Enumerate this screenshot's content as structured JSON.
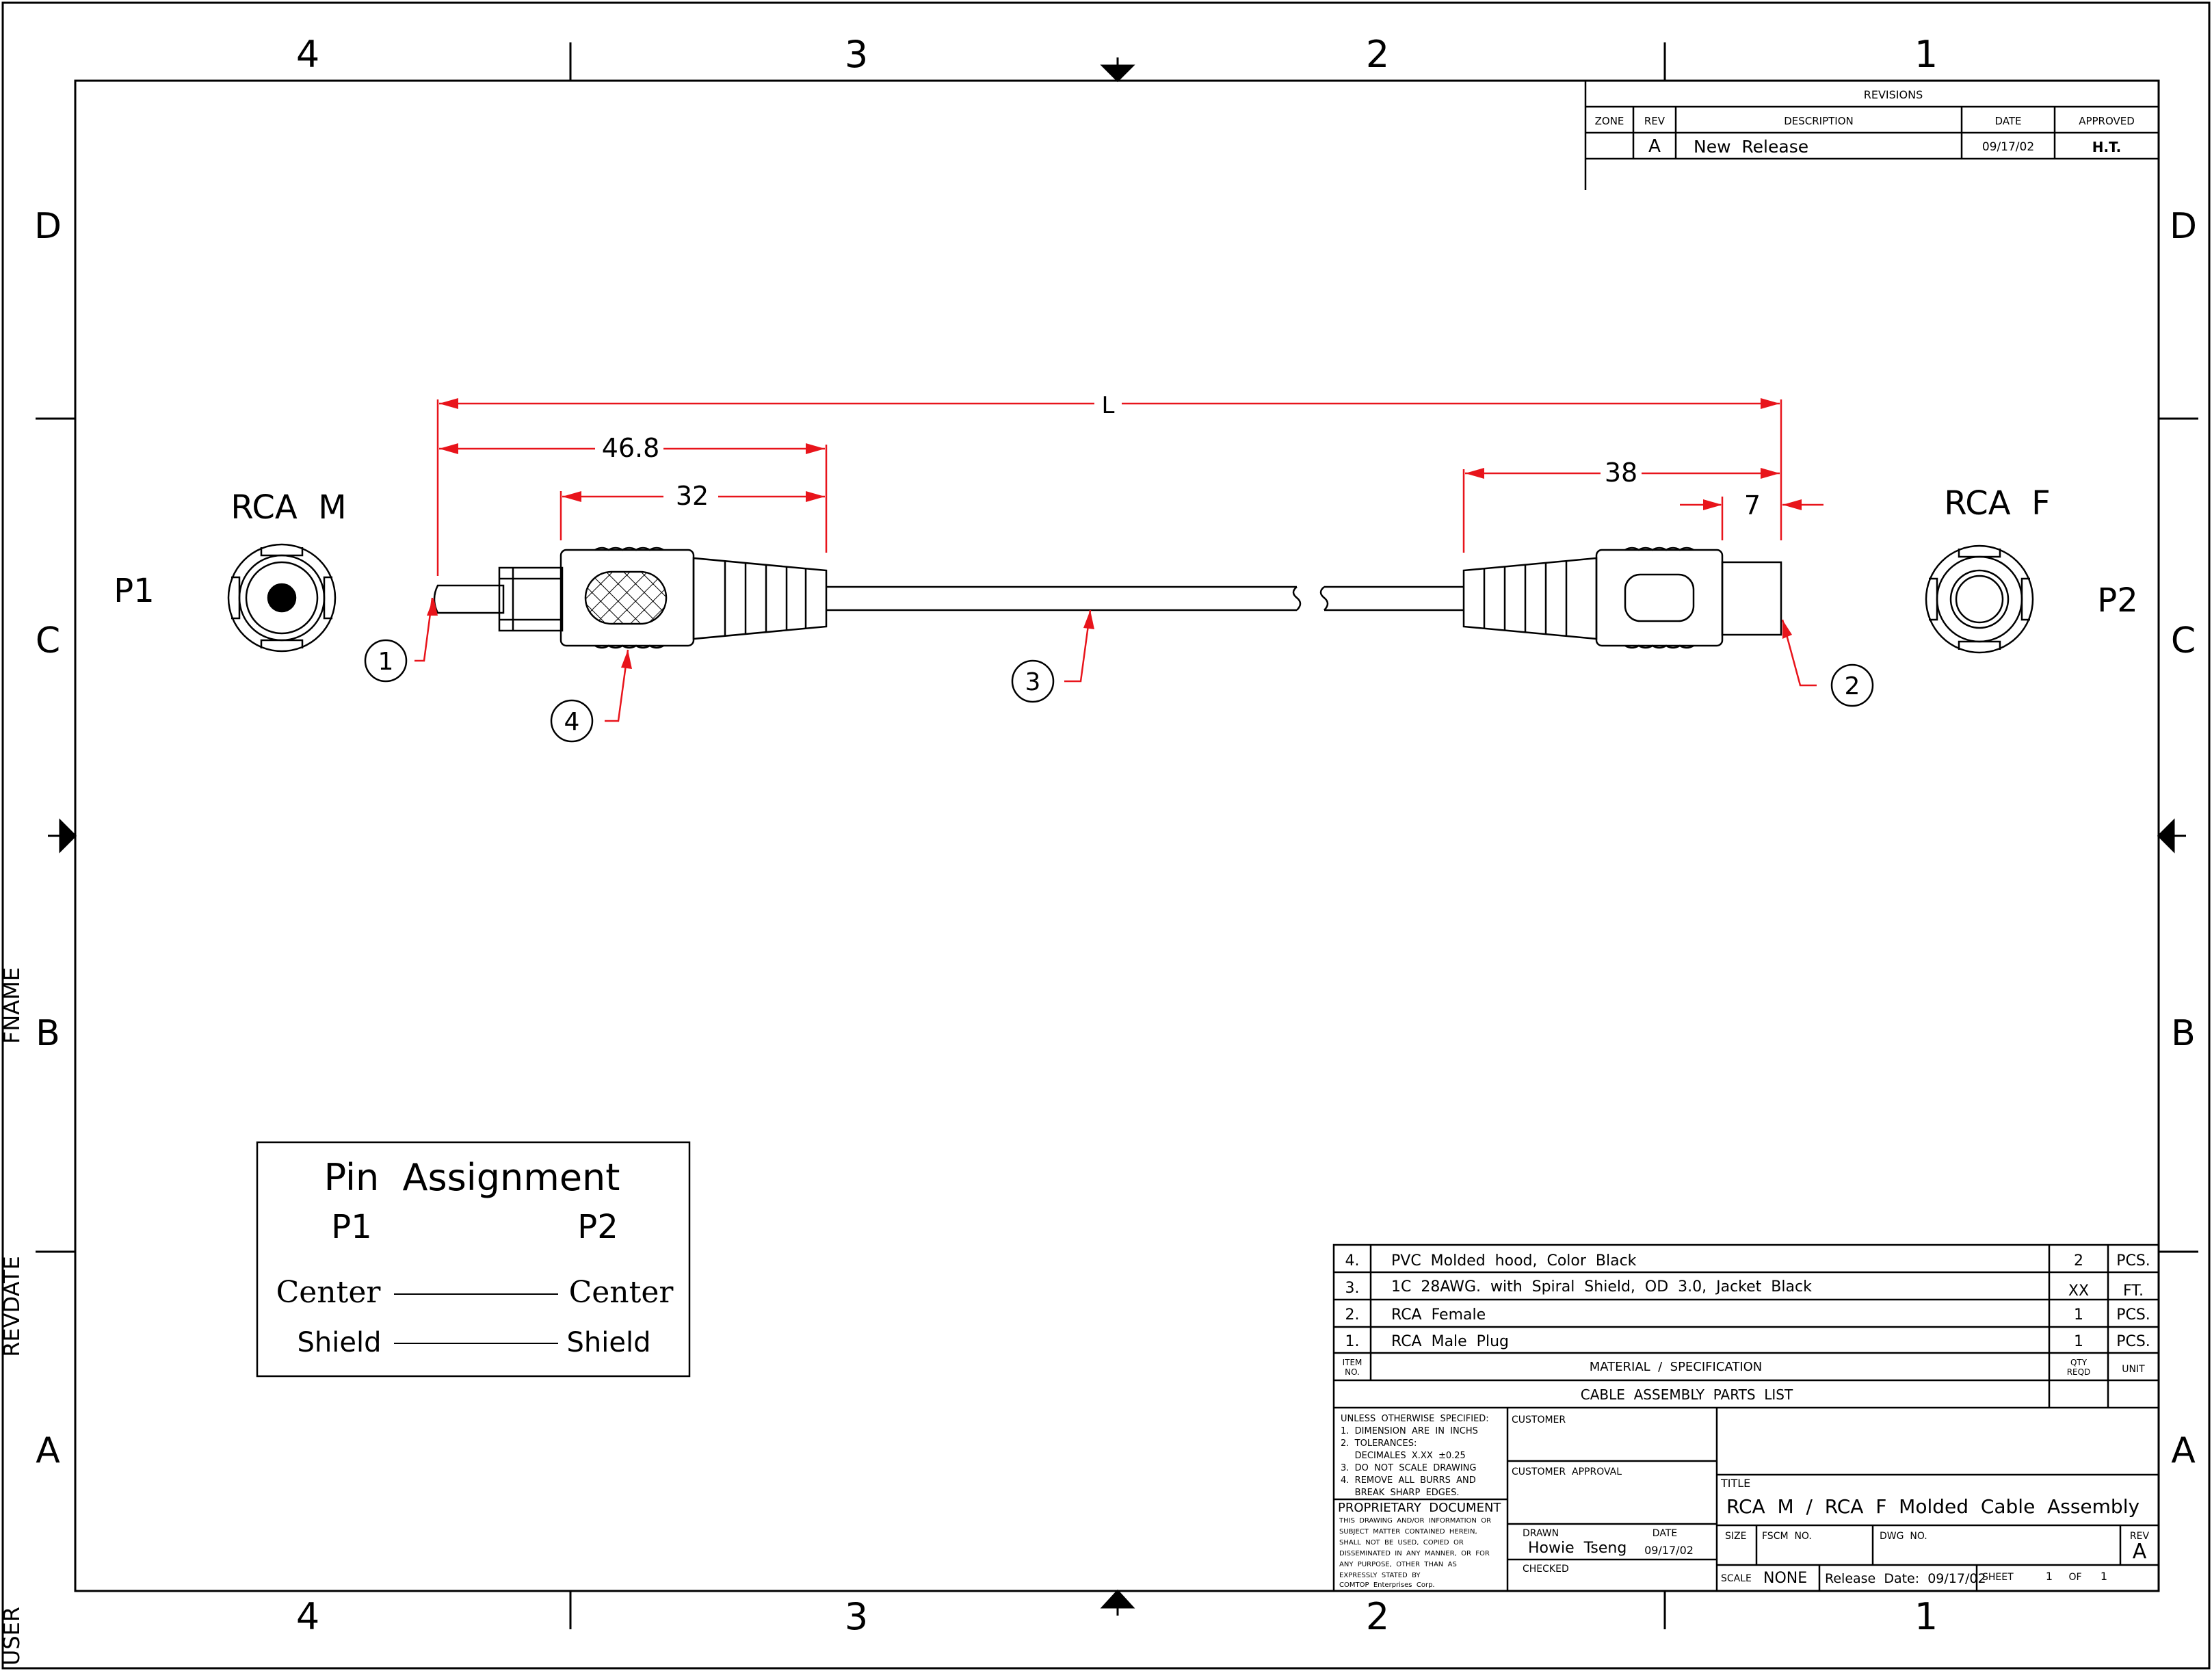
{
  "zones": {
    "columns": [
      "4",
      "3",
      "2",
      "1"
    ],
    "rows": [
      "D",
      "C",
      "B",
      "A"
    ]
  },
  "side_labels": {
    "fname": "FNAME",
    "revdate": "REVDATE",
    "user": "USER"
  },
  "revisions": {
    "title": "REVISIONS",
    "headers": {
      "zone": "ZONE",
      "rev": "REV",
      "description": "DESCRIPTION",
      "date": "DATE",
      "approved": "APPROVED"
    },
    "row": {
      "zone": "",
      "rev": "A",
      "description": "New  Release",
      "date": "09/17/02",
      "approved": "H.T."
    }
  },
  "connectors": {
    "p1_type": "RCA  M",
    "p1_label": "P1",
    "p2_type": "RCA  F",
    "p2_label": "P2"
  },
  "dimensions": {
    "overall": "L",
    "d1": "46.8",
    "d2": "32",
    "d3": "38",
    "d4": "7"
  },
  "balloons": [
    "1",
    "2",
    "3",
    "4"
  ],
  "pin_assignment": {
    "title": "Pin  Assignment",
    "p1": "P1",
    "p2": "P2",
    "rows": [
      {
        "left": "Center",
        "right": "Center"
      },
      {
        "left": "Shield",
        "right": "Shield"
      }
    ]
  },
  "parts_list": {
    "items": [
      {
        "no": "4.",
        "spec": "PVC  Molded  hood,  Color  Black",
        "qty": "2",
        "unit": "PCS."
      },
      {
        "no": "3.",
        "spec": "1C  28AWG.  with  Spiral  Shield,  OD  3.0,  Jacket  Black",
        "qty": "XX",
        "unit": "FT."
      },
      {
        "no": "2.",
        "spec": "RCA  Female",
        "qty": "1",
        "unit": "PCS."
      },
      {
        "no": "1.",
        "spec": "RCA  Male  Plug",
        "qty": "1",
        "unit": "PCS."
      }
    ],
    "header": {
      "item": "ITEM",
      "item2": "NO.",
      "spec": "MATERIAL  /  SPECIFICATION",
      "qty": "QTY",
      "qty2": "REQD",
      "unit": "UNIT"
    },
    "caption": "CABLE  ASSEMBLY  PARTS  LIST"
  },
  "title_block": {
    "notes": [
      "UNLESS  OTHERWISE  SPECIFIED:",
      "1.  DIMENSION  ARE  IN  INCHS",
      "2.  TOLERANCES:",
      "     DECIMALES  X.XX  ±0.25",
      "3.  DO  NOT  SCALE  DRAWING",
      "4.  REMOVE  ALL  BURRS  AND",
      "     BREAK  SHARP  EDGES."
    ],
    "proprietary": "PROPRIETARY  DOCUMENT",
    "proprietary_text": [
      "THIS  DRAWING  AND/OR  INFORMATION  OR",
      "SUBJECT  MATTER  CONTAINED  HEREIN,",
      "SHALL  NOT  BE  USED,  COPIED  OR",
      "DISSEMINATED  IN  ANY  MANNER,  OR  FOR",
      "ANY  PURPOSE,  OTHER  THAN  AS",
      "EXPRESSLY  STATED  BY",
      "COMTOP  Enterprises  Corp."
    ],
    "customer": "CUSTOMER",
    "customer_approval": "CUSTOMER  APPROVAL",
    "drawn_label": "DRAWN",
    "date_label": "DATE",
    "drawn_by": "Howie  Tseng",
    "drawn_date": "09/17/02",
    "checked": "CHECKED",
    "title_label": "TITLE",
    "title": "RCA  M  /  RCA  F  Molded  Cable  Assembly",
    "size_label": "SIZE",
    "fscm_label": "FSCM  NO.",
    "dwg_label": "DWG  NO.",
    "rev_label": "REV",
    "rev": "A",
    "scale_label": "SCALE",
    "scale": "NONE",
    "release": "Release  Date:  09/17/02",
    "sheet_label": "SHEET",
    "sheet": "1",
    "of_label": "OF",
    "of": "1"
  }
}
